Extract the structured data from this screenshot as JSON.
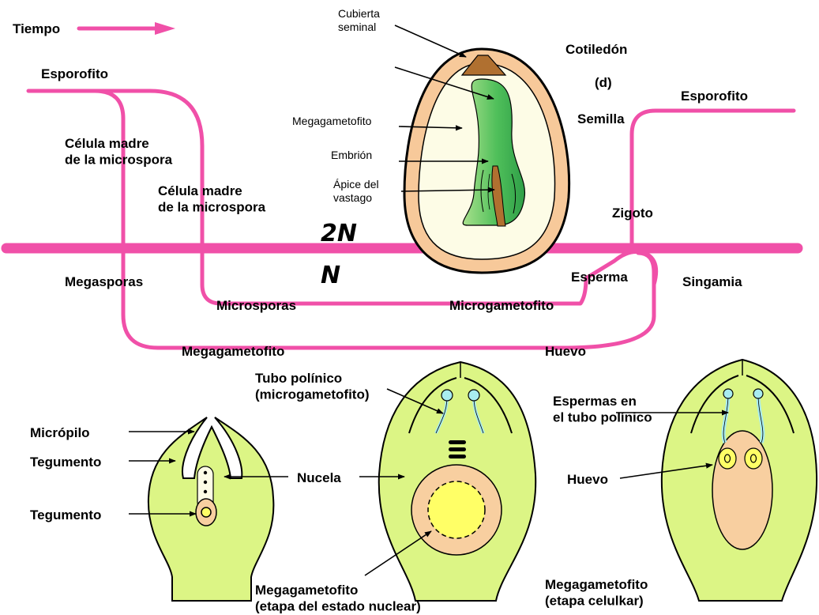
{
  "colors": {
    "life_cycle_line": "#f050a8",
    "tissue_green": "#dcf585",
    "seed_coat": "#f7c99a",
    "embryo_green": "#4fbf5a",
    "megagametophyte_fill": "#fdfce6",
    "egg_peach": "#f8cfa0",
    "nucleus_yellow": "#ffff66",
    "pollen_tube": "#a8ecf0",
    "arrow": "#000000"
  },
  "timeline": {
    "label": "Tiempo"
  },
  "ploidy": {
    "diploid": "2N",
    "haploid": "N"
  },
  "seed": {
    "seed_coat": "Cubierta\nseminal",
    "megagametophyte": "Megagametofito",
    "embryo": "Embrión",
    "shoot_apex": "Ápice del\nvastago",
    "cotyledon": "Cotiledón",
    "panel_letter": "(d)",
    "seed": "Semilla"
  },
  "cycle": {
    "sporophyte_left": "Esporofito",
    "sporophyte_right": "Esporofito",
    "micro_mother_cell_1": "Célula madre\nde la microspora",
    "micro_mother_cell_2": "Célula madre\nde la microspora",
    "megaspores": "Megasporas",
    "microspores": "Microsporas",
    "microgametophyte": "Microgametofito",
    "sperm": "Esperma",
    "zygote": "Zigoto",
    "syngamy": "Singamia",
    "megagametophyte": "Megagametofito",
    "egg": "Huevo"
  },
  "ovule_small": {
    "micropyle": "Micrópilo",
    "integument_1": "Tegumento",
    "integument_2": "Tegumento",
    "nucellus": "Nucela"
  },
  "ovule_nuclear": {
    "pollen_tube": "Tubo polínico\n(microgametofito)",
    "caption": "Megagametofito\n(etapa del estado nuclear)"
  },
  "ovule_cellular": {
    "sperms_in_tube": "Espermas en\nel tubo polínico",
    "egg": "Huevo",
    "caption": "Megagametofito\n(etapa celulkar)"
  }
}
